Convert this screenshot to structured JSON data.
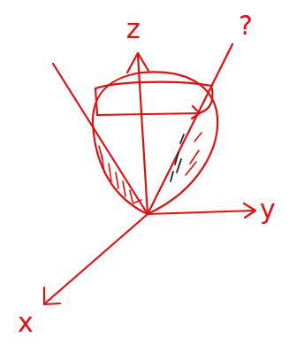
{
  "diagram": {
    "labels": [
      "z",
      "?",
      "y",
      "x"
    ]
  }
}
